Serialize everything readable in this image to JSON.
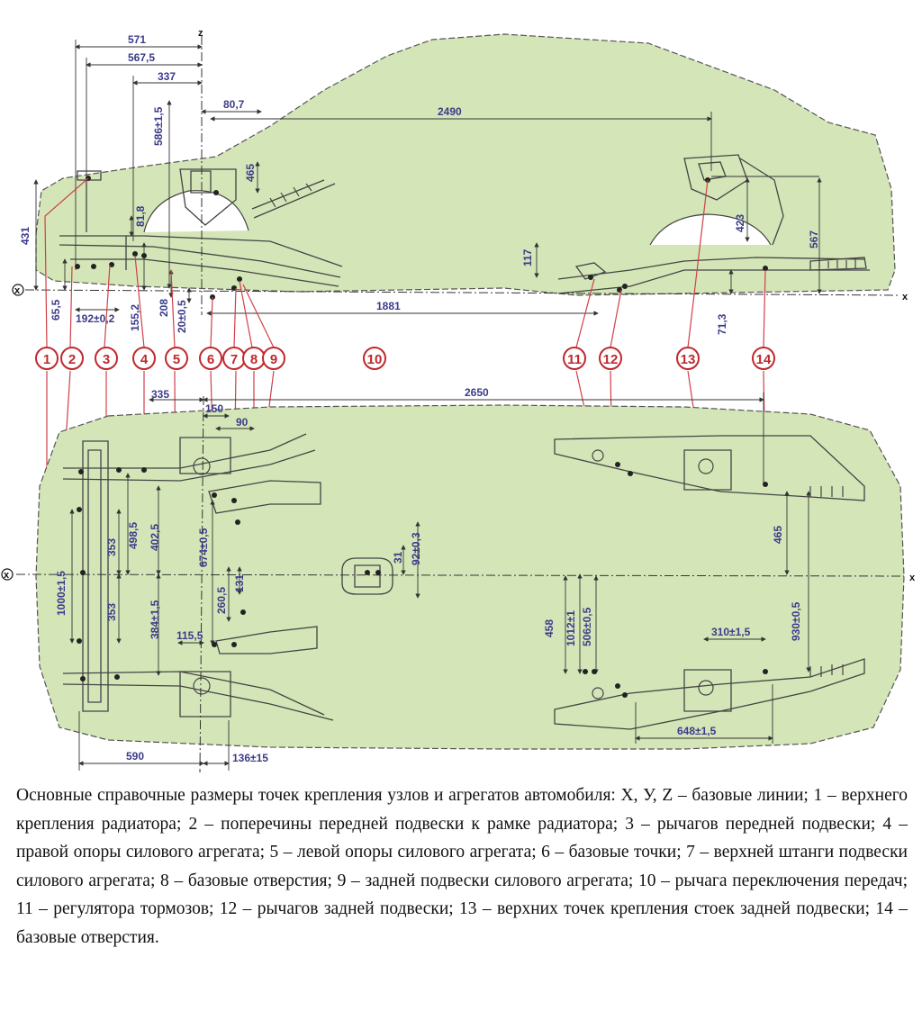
{
  "axes": {
    "x": "x",
    "y": "y",
    "z": "z",
    "x_origin": "x"
  },
  "side_dims": {
    "d571": "571",
    "d567_5": "567,5",
    "d337": "337",
    "d80_7": "80,7",
    "d2490": "2490",
    "d586": "586±1,5",
    "d465": "465",
    "d81_8": "81,8",
    "d431": "431",
    "d65_5": "65,5",
    "d192": "192±0,2",
    "d155_2": "155,2",
    "d208": "208",
    "d20": "20±0,5",
    "d1881": "1881",
    "d117": "117",
    "d423": "423",
    "d567": "567",
    "d71_3": "71,3"
  },
  "callouts": [
    "1",
    "2",
    "3",
    "4",
    "5",
    "6",
    "7",
    "8",
    "9",
    "10",
    "11",
    "12",
    "13",
    "14"
  ],
  "bottom_dims": {
    "d335": "335",
    "d150": "150",
    "d90": "90",
    "d2650": "2650",
    "d498_5": "498,5",
    "d402_5": "402,5",
    "d353a": "353",
    "d353b": "353",
    "d1000": "1000±1,5",
    "d384": "384±1,5",
    "d674": "674±0,5",
    "d131": "131",
    "d260_5": "260,5",
    "d115_5": "115,5",
    "d31": "31",
    "d92": "92±0,3",
    "d465b": "465",
    "d458": "458",
    "d1012": "1012±1",
    "d506": "506±0,5",
    "d310": "310±1,5",
    "d930": "930±0,5",
    "d648": "648±1,5",
    "d590": "590",
    "d136": "136±15"
  },
  "caption": "Основные справочные размеры точек крепления узлов и агрегатов автомобиля: X, У, Z – базовые линии; 1 – верхнего крепления радиатора; 2 – поперечины передней подвески к рамке радиатора; 3 – рычагов передней подвески; 4 – правой опоры силового агрегата; 5 – левой опоры силового агрегата; 6 – базовые точки; 7 – верхней штанги подвески силового агрегата; 8 – базовые отверстия; 9 – задней подвески силового агрегата; 10 – рычага переключения передач; 11 – регулятора тормозов; 12 – рычагов задней подвески; 13 – верхних точек крепления стоек задней подвески; 14 – базовые отверстия.",
  "colors": {
    "body_fill": "#d4e6b8",
    "dim_text": "#3b3b8a",
    "callout": "#c0282d",
    "line": "#333333"
  }
}
